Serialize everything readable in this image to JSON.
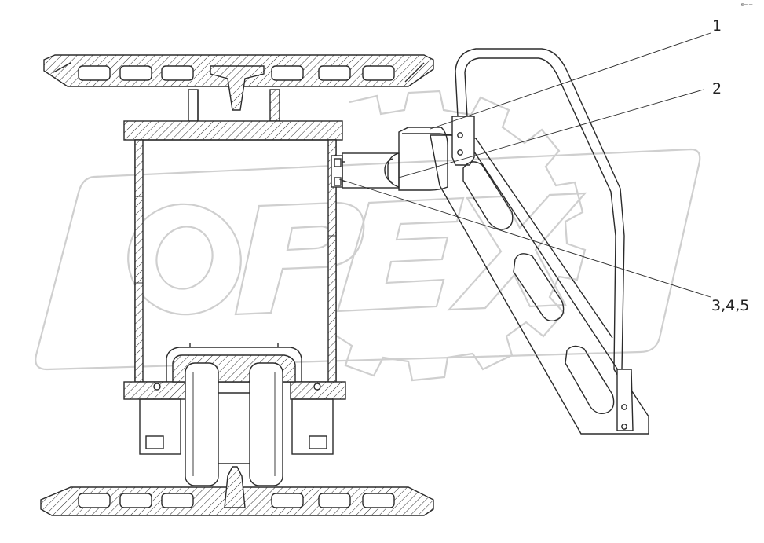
{
  "drawing": {
    "corner_mark": "e— —",
    "watermark_text": "OPEX",
    "callouts": [
      {
        "id": "c1",
        "label": "1"
      },
      {
        "id": "c2",
        "label": "2"
      },
      {
        "id": "c3",
        "label": "3,4,5"
      }
    ]
  },
  "colors": {
    "line": "#2b2b2b",
    "watermark": "#cfcfcf",
    "background": "#ffffff"
  }
}
